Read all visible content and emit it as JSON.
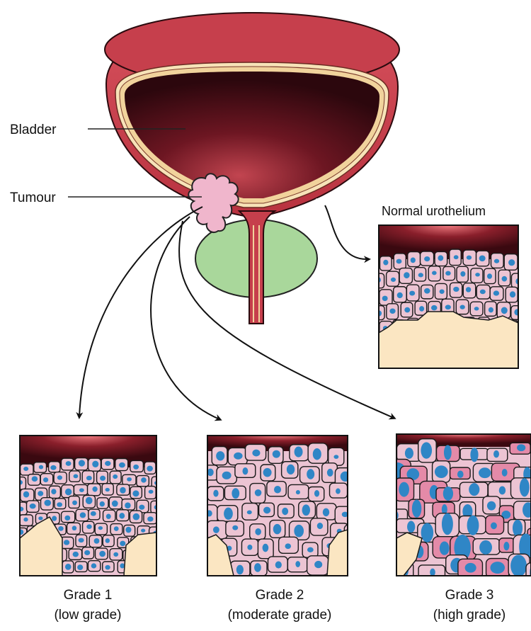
{
  "labels": {
    "bladder": "Bladder",
    "tumour": "Tumour",
    "normal": "Normal urothelium"
  },
  "grades": [
    {
      "title": "Grade 1",
      "subtitle": "(low grade)"
    },
    {
      "title": "Grade 2",
      "subtitle": "(moderate grade)"
    },
    {
      "title": "Grade 3",
      "subtitle": "(high grade)"
    }
  ],
  "colors": {
    "bladder_wall": "#c9424f",
    "bladder_wall_dark": "#8a1d2a",
    "bladder_lining": "#f5dfb3",
    "lumen_dark": "#3a0b12",
    "lumen_light": "#a8353f",
    "prostate": "#a8d69a",
    "tumour": "#f0b6cc",
    "cell_fill": "#ecc4d3",
    "nucleus": "#2f86c6",
    "stroma": "#fbe6c2"
  }
}
